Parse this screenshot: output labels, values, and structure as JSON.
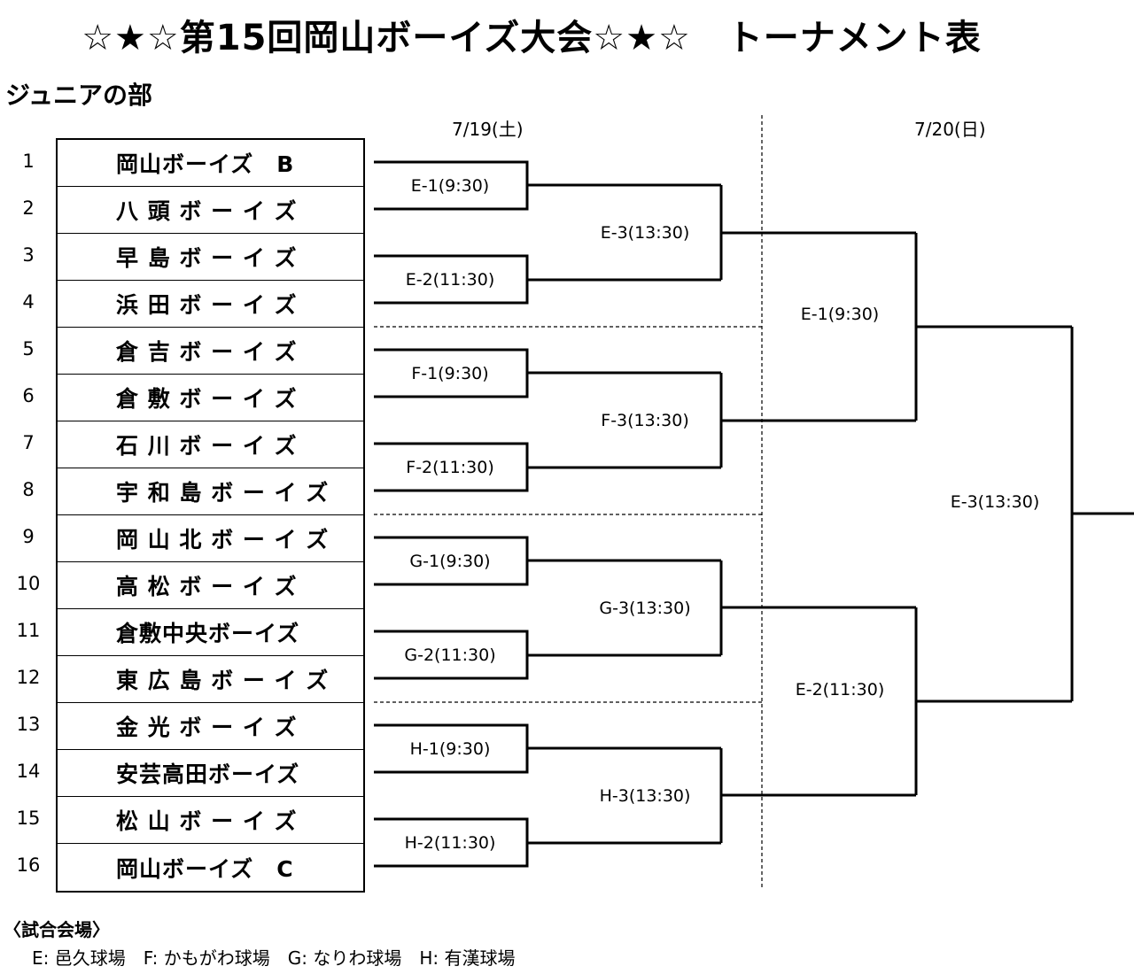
{
  "title": "☆★☆第15回岡山ボーイズ大会☆★☆　トーナメント表",
  "division": "ジュニアの部",
  "dates": [
    "7/19(土)",
    "7/20(日)"
  ],
  "seeds": [
    "1",
    "2",
    "3",
    "4",
    "5",
    "6",
    "7",
    "8",
    "9",
    "10",
    "11",
    "12",
    "13",
    "14",
    "15",
    "16"
  ],
  "teams": [
    "岡山ボーイズ　B",
    "八 頭 ボ ー イ ズ",
    "早 島 ボ ー イ ズ",
    "浜 田 ボ ー イ ズ",
    "倉 吉 ボ ー イ ズ",
    "倉 敷 ボ ー イ ズ",
    "石 川 ボ ー イ ズ",
    "宇 和 島 ボ ー イ ズ",
    "岡 山 北 ボ ー イ ズ",
    "高 松 ボ ー イ ズ",
    "倉敷中央ボーイズ",
    "東 広 島 ボ ー イ ズ",
    "金 光 ボ ー イ ズ",
    "安芸高田ボーイズ",
    "松 山 ボ ー イ ズ",
    "岡山ボーイズ　C"
  ],
  "round1": [
    "E-1(9:30)",
    "E-2(11:30)",
    "F-1(9:30)",
    "F-2(11:30)",
    "G-1(9:30)",
    "G-2(11:30)",
    "H-1(9:30)",
    "H-2(11:30)"
  ],
  "round2": [
    "E-3(13:30)",
    "F-3(13:30)",
    "G-3(13:30)",
    "H-3(13:30)"
  ],
  "round3": [
    "E-1(9:30)",
    "E-2(11:30)"
  ],
  "round4": [
    "E-3(13:30)"
  ],
  "venues_heading": "〈試合会場〉",
  "venues": "E: 邑久球場　F: かもがわ球場　G: なりわ球場　H: 有漢球場"
}
